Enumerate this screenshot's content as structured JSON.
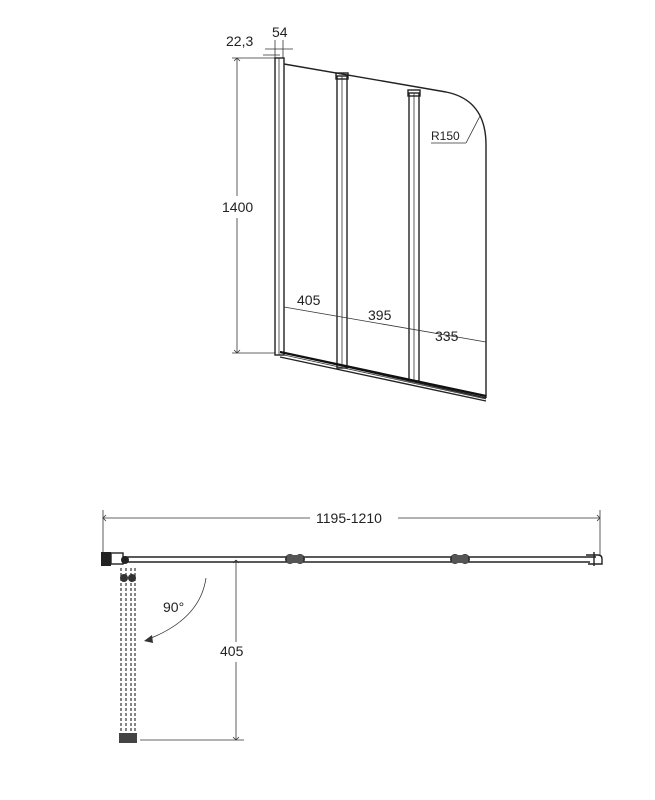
{
  "front_view": {
    "dim_top_left": "22,3",
    "dim_top_right": "54",
    "dim_height": "1400",
    "dim_radius": "R150",
    "dim_panel_1": "405",
    "dim_panel_2": "395",
    "dim_panel_3": "335"
  },
  "top_view": {
    "dim_total_width": "1195-1210",
    "dim_rotation_angle": "90°",
    "dim_panel_depth": "405"
  },
  "colors": {
    "line": "#222222",
    "background": "#ffffff"
  }
}
